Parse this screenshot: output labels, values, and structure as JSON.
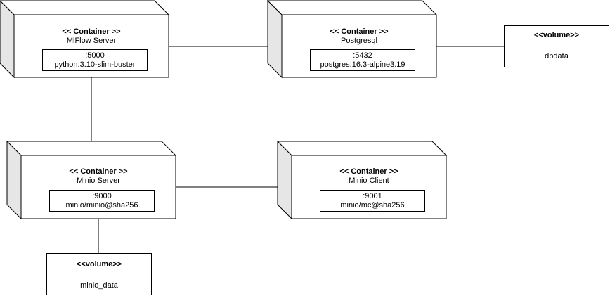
{
  "containers": {
    "mlflow": {
      "stereotype": "<< Container >>",
      "name": "MlFlow Server",
      "port": ":5000",
      "image": "python:3.10-slim-buster"
    },
    "postgres": {
      "stereotype": "<< Container >>",
      "name": "Postgresql",
      "port": ":5432",
      "image": "postgres:16.3-alpine3.19"
    },
    "minioServer": {
      "stereotype": "<< Container >>",
      "name": "Minio Server",
      "port": ":9000",
      "image": "minio/minio@sha256"
    },
    "minioClient": {
      "stereotype": "<< Container >>",
      "name": "Minio Client",
      "port": ":9001",
      "image": "minio/mc@sha256"
    }
  },
  "volumes": {
    "dbdata": {
      "stereotype": "<<volume>>",
      "name": "dbdata"
    },
    "minioData": {
      "stereotype": "<<volume>>",
      "name": "minio_data"
    }
  }
}
